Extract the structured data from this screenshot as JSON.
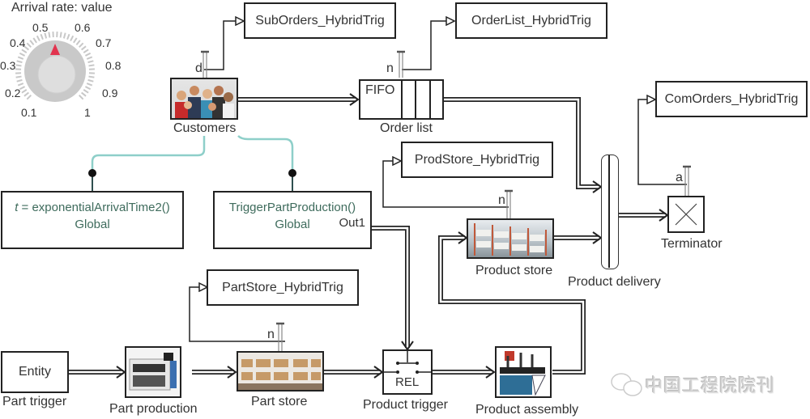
{
  "knob": {
    "title": "Arrival rate: value",
    "value": 0.5,
    "min": 0.1,
    "max": 1,
    "ticks": [
      "0.1",
      "0.2",
      "0.3",
      "0.4",
      "0.5",
      "0.6",
      "0.7",
      "0.8",
      "0.9",
      "1"
    ],
    "pointer_color": "#e2344f"
  },
  "blocks": {
    "customers": {
      "label": "Customers",
      "port": "d"
    },
    "order_list": {
      "label": "Order list",
      "queue_type": "FIFO",
      "port": "n"
    },
    "product_delivery": {
      "label": "Product delivery"
    },
    "terminator": {
      "label": "Terminator",
      "port": "a"
    },
    "product_store": {
      "label": "Product store",
      "port": "n"
    },
    "part_trigger": {
      "label": "Part trigger",
      "entity": "Entity"
    },
    "part_production": {
      "label": "Part production"
    },
    "part_store": {
      "label": "Part store",
      "port": "n"
    },
    "product_trigger": {
      "label": "Product trigger",
      "gate": "REL"
    },
    "product_assembly": {
      "label": "Product assembly"
    }
  },
  "triggers": {
    "sub_orders": "SubOrders_HybridTrig",
    "order_list": "OrderList_HybridTrig",
    "com_orders": "ComOrders_HybridTrig",
    "prod_store": "ProdStore_HybridTrig",
    "part_store": "PartStore_HybridTrig"
  },
  "functions": {
    "arrival": {
      "var": "t",
      "expr": " = exponentialArrivalTime2()",
      "scope": "Global"
    },
    "trigger_part": {
      "expr": "TriggerPartProduction()",
      "scope": "Global",
      "port": "Out1"
    }
  },
  "colors": {
    "function_text": "#3e6b5c",
    "function_link": "#8ecfc9",
    "line": "#222222"
  },
  "watermark": "中国工程院院刊"
}
